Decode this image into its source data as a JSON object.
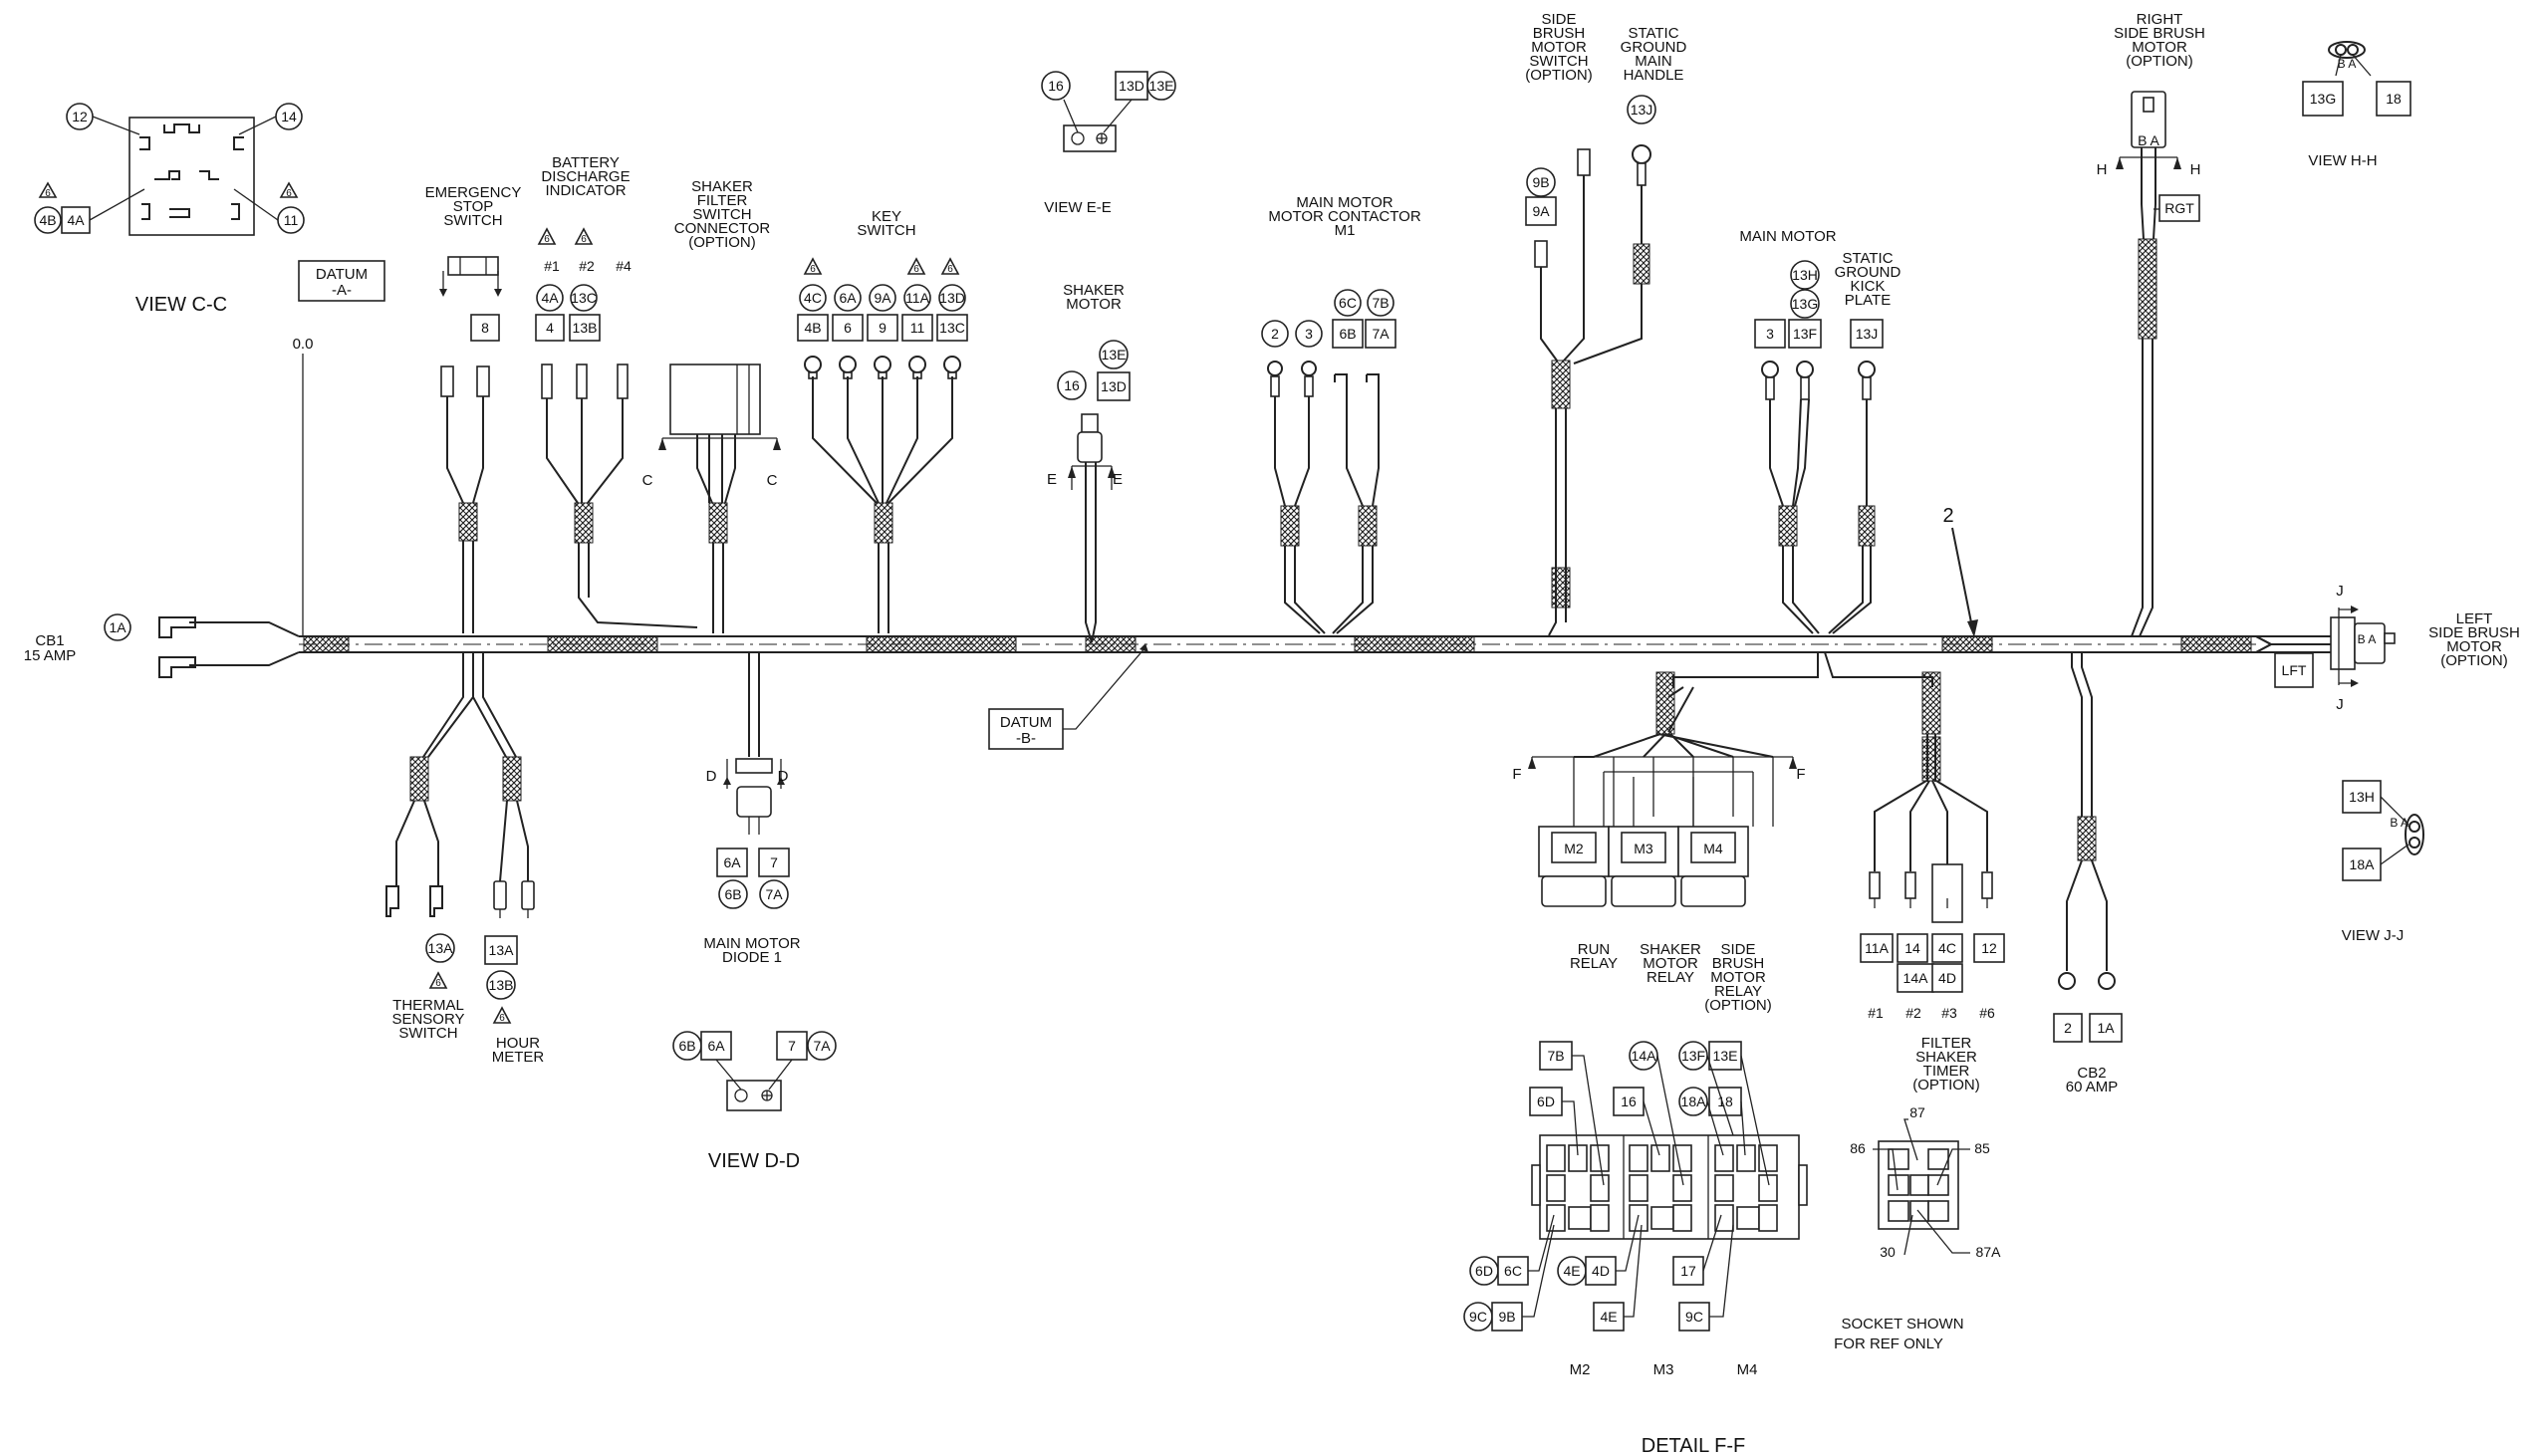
{
  "labels": {
    "view_cc": "VIEW C-C",
    "view_dd": "VIEW D-D",
    "view_ee": "VIEW E-E",
    "view_hh": "VIEW H-H",
    "view_jj": "VIEW J-J",
    "detail_ff": "DETAIL F-F",
    "datum_a": [
      "DATUM",
      "-A-"
    ],
    "datum_a_value": "0.0",
    "datum_b": [
      "DATUM",
      "-B-"
    ],
    "cb1": [
      "CB1",
      "15 AMP"
    ],
    "cb2": [
      "CB2",
      "60 AMP"
    ],
    "emergency_stop": [
      "EMERGENCY",
      "STOP",
      "SWITCH"
    ],
    "battery_discharge": [
      "BATTERY",
      "DISCHARGE",
      "INDICATOR"
    ],
    "shaker_filter": [
      "SHAKER",
      "FILTER",
      "SWITCH",
      "CONNECTOR",
      "(OPTION)"
    ],
    "key_switch": [
      "KEY",
      "SWITCH"
    ],
    "shaker_motor": [
      "SHAKER",
      "MOTOR"
    ],
    "main_motor_contactor": [
      "MAIN MOTOR",
      "MOTOR CONTACTOR",
      "M1"
    ],
    "side_brush_switch": [
      "SIDE",
      "BRUSH",
      "MOTOR",
      "SWITCH",
      "(OPTION)"
    ],
    "static_ground_handle": [
      "STATIC",
      "GROUND",
      "MAIN",
      "HANDLE"
    ],
    "main_motor": "MAIN MOTOR",
    "static_ground_kick": [
      "STATIC",
      "GROUND",
      "KICK",
      "PLATE"
    ],
    "right_side_brush": [
      "RIGHT",
      "SIDE BRUSH",
      "MOTOR",
      "(OPTION)"
    ],
    "left_side_brush": [
      "LEFT",
      "SIDE BRUSH",
      "MOTOR",
      "(OPTION)"
    ],
    "thermal_sensory": [
      "THERMAL",
      "SENSORY",
      "SWITCH"
    ],
    "hour_meter": [
      "HOUR",
      "METER"
    ],
    "main_motor_diode": [
      "MAIN MOTOR",
      "DIODE 1"
    ],
    "run_relay": [
      "RUN",
      "RELAY"
    ],
    "shaker_motor_relay": [
      "SHAKER",
      "MOTOR",
      "RELAY"
    ],
    "side_brush_relay": [
      "SIDE",
      "BRUSH",
      "MOTOR",
      "RELAY",
      "(OPTION)"
    ],
    "filter_shaker_timer": [
      "FILTER",
      "SHAKER",
      "TIMER",
      "(OPTION)"
    ],
    "socket_note": [
      "SOCKET SHOWN",
      "FOR REF ONLY"
    ],
    "relay_names": [
      "M2",
      "M3",
      "M4"
    ],
    "callout_2": "2",
    "rgt": "RGT",
    "lft": "LFT",
    "timer_pins": [
      "86",
      "87",
      "85",
      "30",
      "87A"
    ],
    "battery_pins": [
      "#1",
      "#2",
      "#4"
    ],
    "timer_wire_pins": [
      "#1",
      "#2",
      "#3",
      "#6"
    ],
    "section_letters": {
      "c": "C",
      "d": "D",
      "e": "E",
      "f": "F",
      "h": "H",
      "j": "J"
    },
    "connector_ba": "B A"
  },
  "wires": {
    "cc": {
      "c12": "12",
      "c14": "14",
      "c11": "11",
      "b4b": "4B",
      "b4a": "4A",
      "t6": "6"
    },
    "cb1_circle": "1A",
    "estop_box": "8",
    "battery": {
      "c4a": "4A",
      "c13c": "13C",
      "b4": "4",
      "b13b": "13B",
      "t6": "6"
    },
    "key": {
      "circles": [
        "4C",
        "6A",
        "9A",
        "11A",
        "13D"
      ],
      "boxes": [
        "4B",
        "6",
        "9",
        "11",
        "13C"
      ],
      "t6": "6"
    },
    "ee": {
      "c16": "16",
      "b13d": "13D",
      "c13e": "13E"
    },
    "shaker": {
      "c13e": "13E",
      "c16": "16",
      "b13d": "13D"
    },
    "contactor": {
      "c2": "2",
      "c3": "3",
      "c6c": "6C",
      "c7b": "7B",
      "b6b": "6B",
      "b7a": "7A"
    },
    "side_brush": {
      "c9b": "9B",
      "b9a": "9A"
    },
    "handle": {
      "b13j": "13J"
    },
    "main_motor": {
      "c13h": "13H",
      "c13g": "13G",
      "b3": "3",
      "b13f": "13F",
      "b13j": "13J"
    },
    "hh": {
      "b13g": "13G",
      "b18": "18"
    },
    "jj": {
      "b13h": "13H",
      "b18a": "18A"
    },
    "thermal": {
      "c13a": "13A",
      "t6": "6"
    },
    "hour": {
      "b13a": "13A",
      "c13b": "13B",
      "t6": "6"
    },
    "diode": {
      "b6a": "6A",
      "b7": "7",
      "c6b": "6B",
      "c7a": "7A"
    },
    "dd": {
      "c6b": "6B",
      "b6a": "6A",
      "b7": "7",
      "c7a": "7A"
    },
    "timer_boxes": {
      "b11a": "11A",
      "b14": "14",
      "b4c": "4C",
      "b12": "12",
      "b14a": "14A",
      "b4d": "4D"
    },
    "cb2": {
      "b2": "2",
      "b1a": "1A"
    },
    "ff": {
      "b7b": "7B",
      "c14a": "14A",
      "c13f": "13F",
      "b13e": "13E",
      "b6d": "6D",
      "b16": "16",
      "c18a": "18A",
      "b18": "18",
      "c6d": "6D",
      "b6c": "6C",
      "c4e": "4E",
      "b4d": "4D",
      "b17": "17",
      "c9c": "9C",
      "b9b": "9B",
      "b4e": "4E",
      "b9c": "9C"
    }
  }
}
